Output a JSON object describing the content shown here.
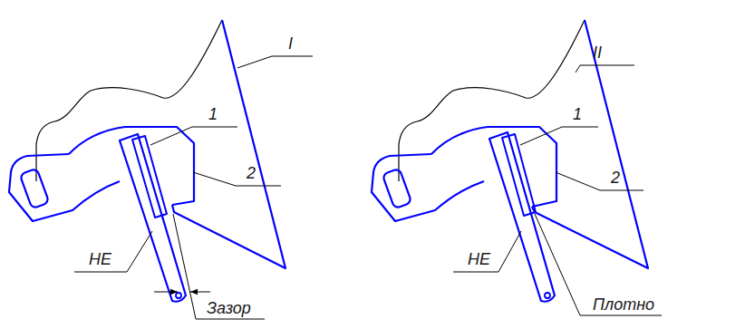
{
  "diagram": {
    "labels": [
      "I",
      "1",
      "2",
      "НЕ",
      "Зазор",
      "II",
      "1",
      "2",
      "НЕ",
      "Плотно"
    ]
  }
}
